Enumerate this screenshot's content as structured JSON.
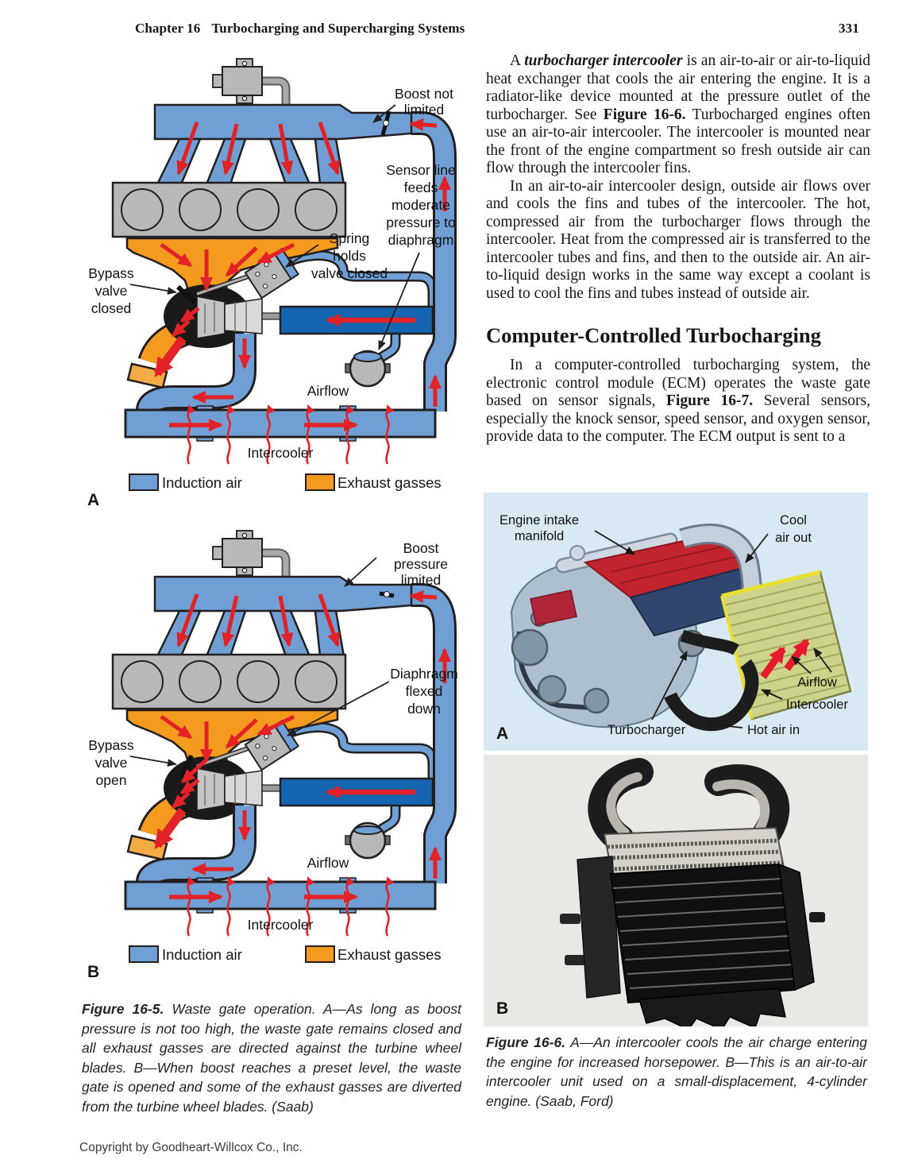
{
  "header": {
    "chapter": "Chapter 16",
    "title": "Turbocharging and Supercharging Systems",
    "page_number": "331"
  },
  "article": {
    "para1_lead": "A ",
    "para1_term": "turbocharger intercooler",
    "para1_mid": " is an air-to-air or air-to-liquid heat exchanger that cools the air entering the engine. It is a radiator-like device mounted at the pressure outlet of the turbocharger. See ",
    "para1_figref": "Figure 16-6.",
    "para1_rest": " Turbocharged engines often use an air-to-air intercooler. The intercooler is mounted near the front of the engine compartment so fresh outside air can flow through the intercooler fins.",
    "para2": "In an air-to-air intercooler design, outside air flows over and cools the fins and tubes of the intercooler. The hot, compressed air from the turbocharger flows through the intercooler. Heat from the compressed air is transferred to the intercooler tubes and fins, and then to the outside air. An air-to-liquid design works in the same way except a coolant is used to cool the fins and tubes instead of outside air.",
    "heading": "Computer-Controlled Turbocharging",
    "para3_lead": "In a computer-controlled turbocharging system, the electronic control module (ECM) operates the waste gate based on sensor signals, ",
    "para3_figref": "Figure 16-7.",
    "para3_rest": " Several sensors, especially the knock sensor, speed sensor, and oxygen sensor, provide data to the computer. The ECM output is sent to a"
  },
  "figure16_5": {
    "diagram_a": {
      "boost": [
        "Boost not",
        "limited"
      ],
      "sensor": [
        "Sensor line",
        "feeds",
        "moderate",
        "pressure to",
        "diaphragm"
      ],
      "spring": [
        "Spring",
        "holds",
        "valve closed"
      ],
      "bypass": [
        "Bypass",
        "valve",
        "closed"
      ],
      "airflow": "Airflow",
      "intercooler": "Intercooler",
      "panel": "A"
    },
    "diagram_b": {
      "boost": [
        "Boost",
        "pressure",
        "limited"
      ],
      "diaphragm": [
        "Diaphragm",
        "flexed",
        "down"
      ],
      "bypass": [
        "Bypass",
        "valve",
        "open"
      ],
      "airflow": "Airflow",
      "intercooler": "Intercooler",
      "panel": "B"
    },
    "legend": {
      "induction": "Induction air",
      "exhaust": "Exhaust gasses"
    },
    "caption": {
      "label": "Figure 16-5.",
      "text": " Waste gate operation. A—As long as boost pressure is not too high, the waste gate remains closed and all exhaust gasses are directed against the turbine wheel blades. B—When boost reaches a preset level, the waste gate is opened and some of the exhaust gasses are diverted from the turbine wheel blades. (Saab)"
    }
  },
  "figure16_6": {
    "photo_a": {
      "labels": {
        "intake1": "Engine intake",
        "intake2": "manifold",
        "cool1": "Cool",
        "cool2": "air out",
        "airflow": "Airflow",
        "intercooler": "Intercooler",
        "turbocharger": "Turbocharger",
        "hot": "Hot air in"
      },
      "panel": "A"
    },
    "photo_b": {
      "panel": "B"
    },
    "caption": {
      "label": "Figure 16-6.",
      "text": " A—An intercooler cools the air charge entering the engine for increased horsepower. B—This is an air-to-air intercooler unit used on a small-displacement, 4-cylinder engine. (Saab, Ford)"
    }
  },
  "footer": "Copyright by Goodheart-Willcox Co., Inc.",
  "colors": {
    "induction_blue": "#6f9fd4",
    "boost_dark_blue": "#1565b0",
    "exhaust_orange": "#f49a1f",
    "arrow_red": "#e32228",
    "engine_gray": "#b8b8b8",
    "outline_black": "#231f20",
    "photo_a_bg": "#d9e9f4",
    "photo_b_bg": "#eae8e5"
  }
}
